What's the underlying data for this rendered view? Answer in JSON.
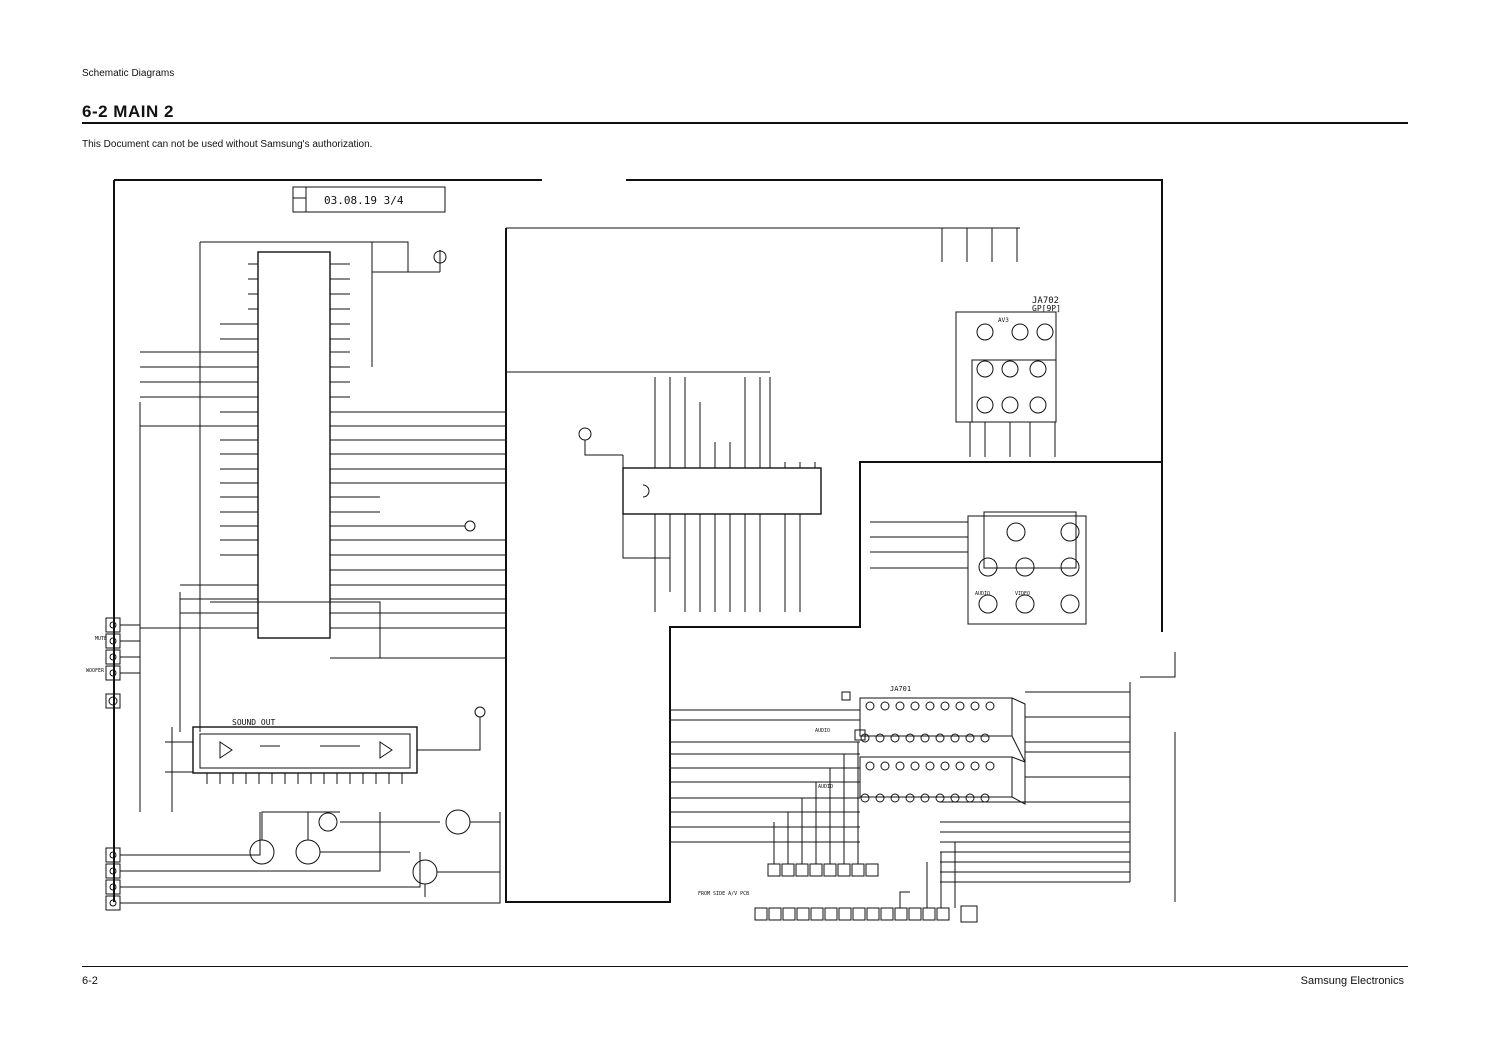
{
  "header": {
    "section_label": "Schematic Diagrams",
    "title": "6-2 MAIN 2",
    "notice": "This Document can not be used without Samsung's authorization."
  },
  "schematic": {
    "date_stamp": "03.08.19 3/4",
    "sound_out_label": "SOUND OUT",
    "connector_ja701": "JA701",
    "connector_ja702": "JA702",
    "connector_ja702_pins": "GP[9P]",
    "av3_label": "AV3",
    "audio_label_1": "AUDIO",
    "audio_label_2": "AUDIO",
    "audio_label_3": "AUDIO",
    "video_label": "VIDEO",
    "side_av_label": "FROM SIDE A/V PCB",
    "mute_label": "MUTE",
    "woofer_label": "WOOFER"
  },
  "footer": {
    "page_number": "6-2",
    "company": "Samsung Electronics"
  }
}
